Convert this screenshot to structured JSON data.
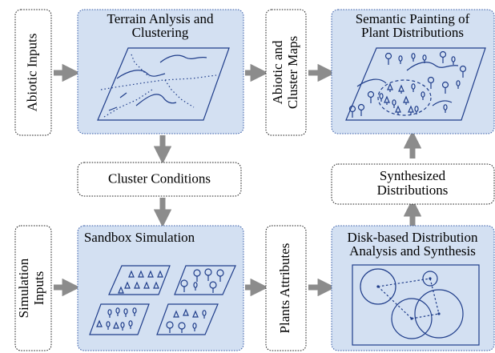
{
  "colors": {
    "blue_fill": "#d3e0f2",
    "blue_stroke": "#3a5ea8",
    "arrow": "#8c8c8c",
    "stroke_dark": "#222222",
    "drawing": "#1f3d8a"
  },
  "nodes": {
    "abiotic_inputs": "Abiotic Inputs",
    "terrain_title_line1": "Terrain Anlysis and",
    "terrain_title_line2": "Clustering",
    "abiotic_maps_line1": "Abiotic and",
    "abiotic_maps_line2": "Cluster Maps",
    "semantic_title_line1": "Semantic Painting of",
    "semantic_title_line2": "Plant Distributions",
    "cluster_conditions": "Cluster Conditions",
    "synthesized_line1": "Synthesized",
    "synthesized_line2": "Distributions",
    "simulation_line1": "Simulation",
    "simulation_line2": "Inputs",
    "sandbox_title": "Sandbox Simulation",
    "plants_attributes": "Plants Attributes",
    "disk_title_line1": "Disk-based Distribution",
    "disk_title_line2": "Analysis and Synthesis"
  },
  "icons": [
    "terrain-map-icon",
    "plant-map-icon",
    "sandbox-plots-icon",
    "disk-circles-icon"
  ]
}
